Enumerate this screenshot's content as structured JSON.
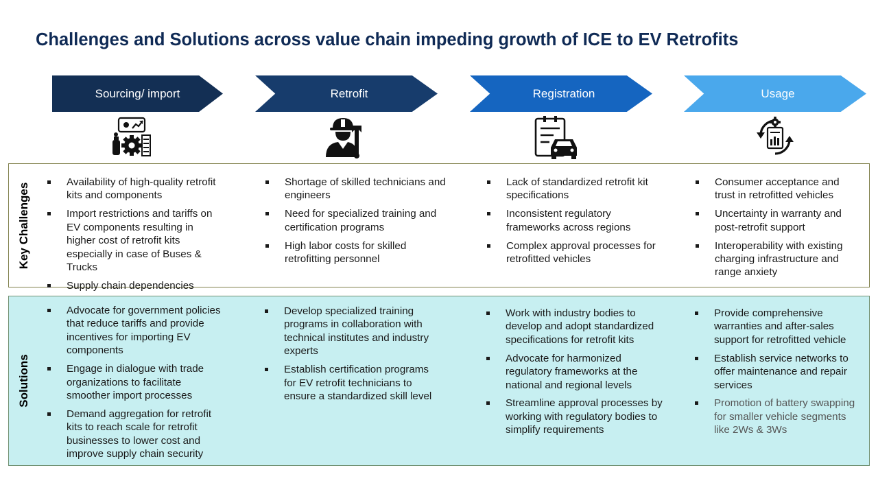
{
  "title": "Challenges and Solutions across value chain impeding growth of ICE to EV Retrofits",
  "stages": [
    {
      "label": "Sourcing/ import",
      "color": "#132f54",
      "icon": "sourcing-gears-chart-icon"
    },
    {
      "label": "Retrofit",
      "color": "#173c6c",
      "icon": "technician-wrench-icon"
    },
    {
      "label": "Registration",
      "color": "#1565c0",
      "icon": "clipboard-car-icon"
    },
    {
      "label": "Usage",
      "color": "#4aa8ec",
      "icon": "cycle-document-icon"
    }
  ],
  "rows": {
    "challenges_label": "Key Challenges",
    "solutions_label": "Solutions"
  },
  "challenges": [
    [
      "Availability of high-quality retrofit kits and components",
      "Import restrictions and tariffs on EV components resulting in higher cost of retrofit kits especially in case of Buses & Trucks",
      "Supply chain dependencies"
    ],
    [
      "Shortage of skilled technicians and engineers",
      "Need for specialized training and certification programs",
      "High labor costs for skilled retrofitting personnel"
    ],
    [
      "Lack of standardized retrofit kit specifications",
      "Inconsistent regulatory frameworks across regions",
      "Complex approval processes for retrofitted vehicles"
    ],
    [
      "Consumer acceptance and trust in retrofitted vehicles",
      "Uncertainty in warranty and post-retrofit support",
      "Interoperability with existing charging infrastructure and range anxiety"
    ]
  ],
  "solutions": [
    [
      "Advocate for government policies that reduce tariffs and provide incentives for importing EV components",
      "Engage in dialogue with trade organizations to facilitate smoother import processes",
      "Demand aggregation for retrofit kits to reach scale for retrofit businesses to lower cost and improve supply chain security"
    ],
    [
      "Develop specialized training programs in collaboration with technical institutes and industry experts",
      "Establish certification programs for EV retrofit technicians to ensure a standardized skill level"
    ],
    [
      "Work with industry bodies to develop and adopt standardized specifications for retrofit kits",
      "Advocate for harmonized regulatory frameworks at the national and regional levels",
      "Streamline approval processes by working with regulatory bodies to simplify requirements"
    ],
    [
      "Provide comprehensive warranties and after-sales support for retrofitted vehicle",
      "Establish service networks to offer maintenance and repair services",
      "Promotion of battery swapping for smaller vehicle segments like 2Ws & 3Ws"
    ]
  ],
  "colors": {
    "title": "#0f2a55",
    "solutions_bg": "#c7eff1",
    "muted_text": "#555555"
  }
}
